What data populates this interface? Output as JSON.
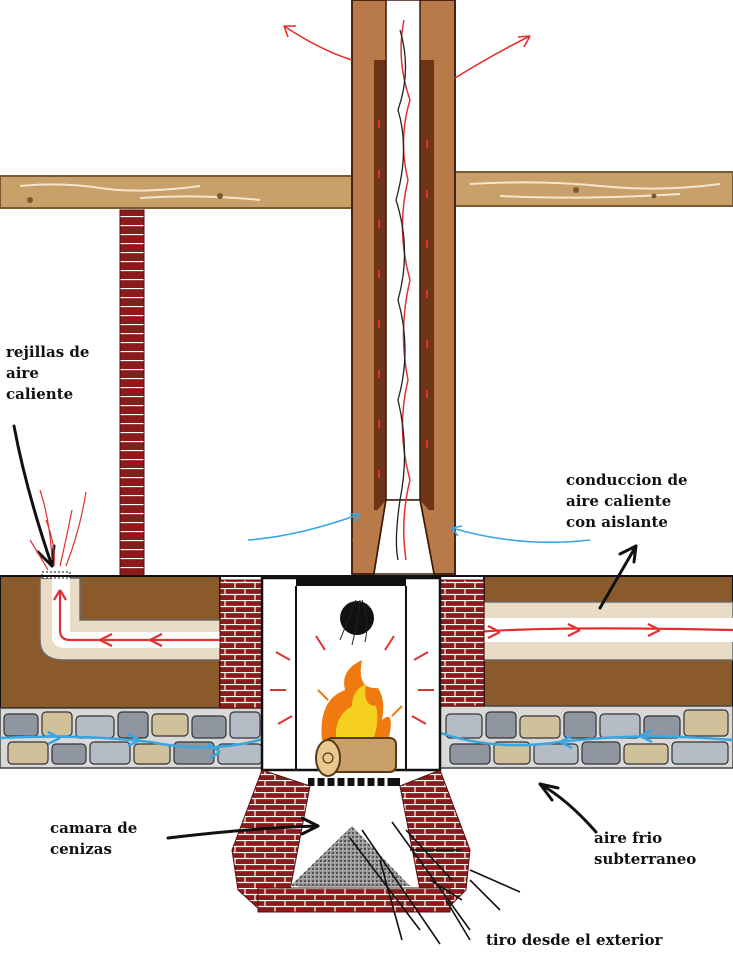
{
  "labels": {
    "rejillas": [
      "rejillas de",
      "aire",
      "caliente"
    ],
    "conduccion": [
      "conduccion de",
      "aire caliente",
      "con aislante"
    ],
    "camara": [
      "camara de",
      "cenizas"
    ],
    "aire_frio": [
      "aire frio",
      "subterraneo"
    ],
    "tiro_word": "tiro",
    "tiro_rest": "desde el exterior"
  },
  "colors": {
    "wood": "#c8a06a",
    "brick": "#8b1a1a",
    "earth": "#8a5a2b",
    "chimney_outer": "#b97a4a",
    "chimney_inner": "#6e3418",
    "hot_air": "#e03030",
    "cold_air": "#3aa6e0",
    "stone_gray": "#8f96a0",
    "stone_tan": "#cfc19a",
    "insulation": "#e8dcc4"
  },
  "icons": [
    "fire-icon",
    "log-icon",
    "smoke-ball-icon",
    "ash-pile-icon"
  ]
}
